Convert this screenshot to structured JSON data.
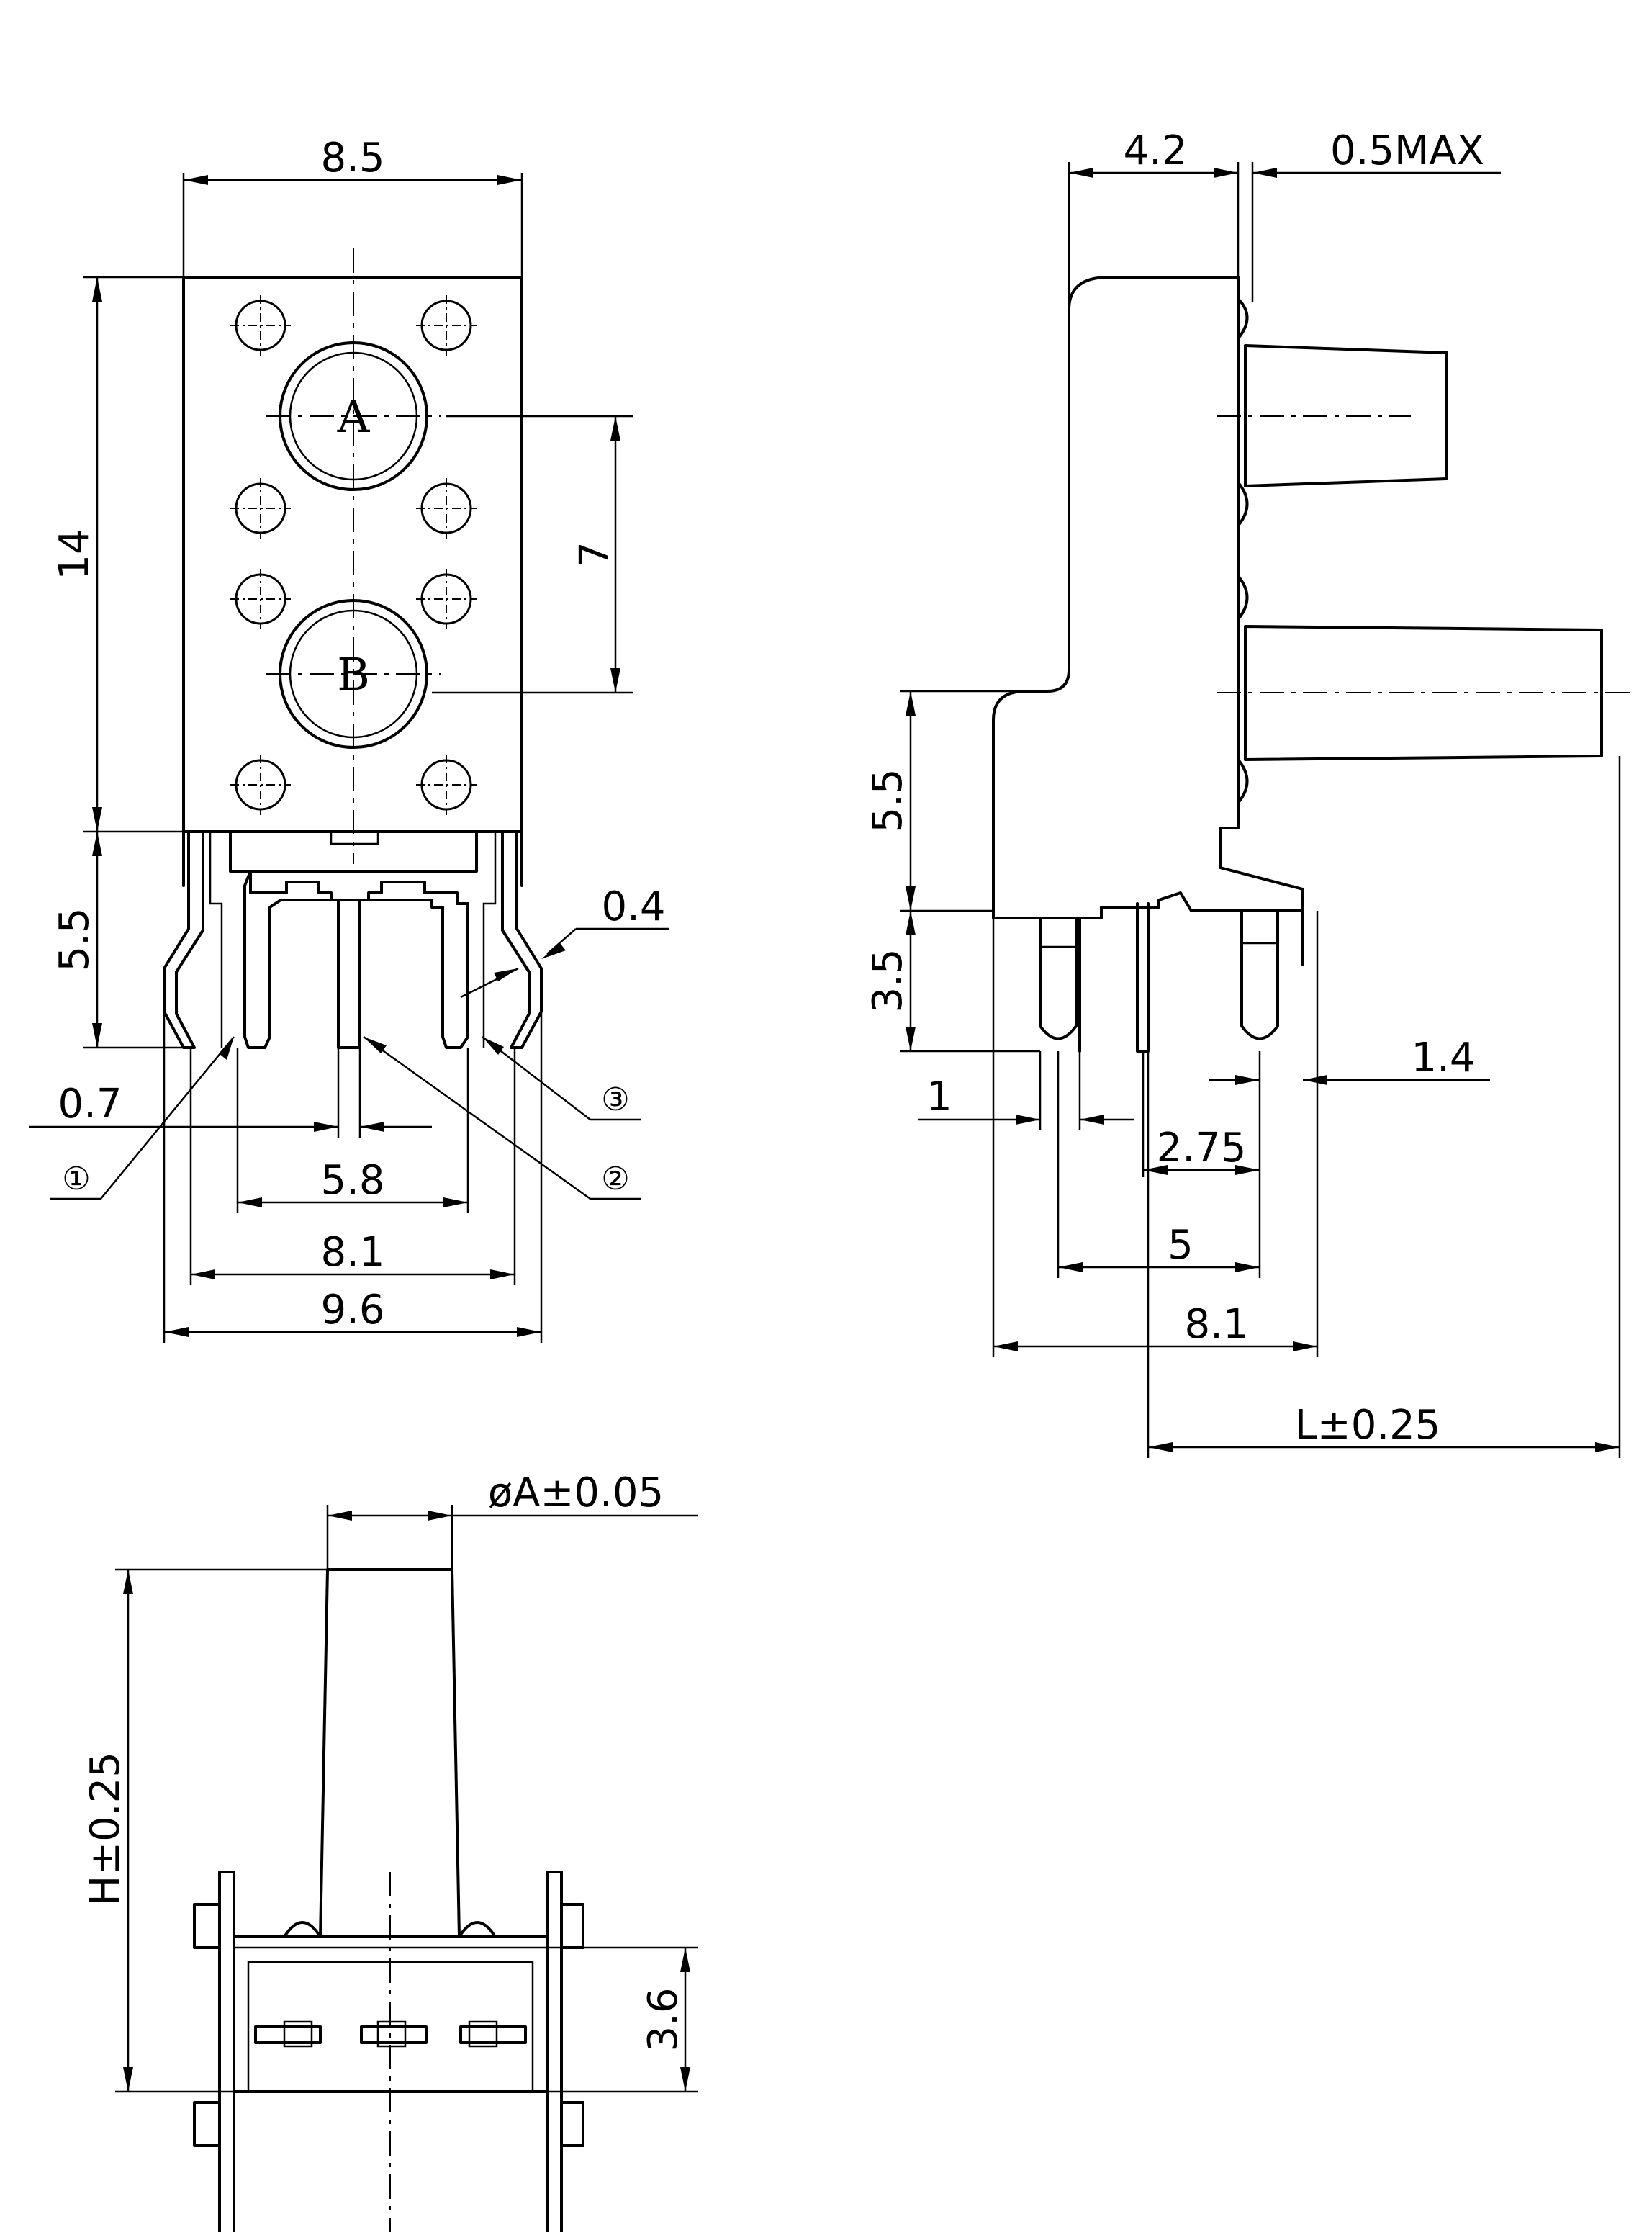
{
  "front_view": {
    "dim_width": "8.5",
    "dim_height": "14",
    "dim_pitch": "7",
    "dim_lead_height": "5.5",
    "dim_lead_thickness": "0.4",
    "dim_lead_width": "0.7",
    "dim_pin_span": "5.8",
    "dim_leg_span": "8.1",
    "dim_overall": "9.6",
    "button_a": "A",
    "button_b": "B",
    "pin_1": "①",
    "pin_2": "②",
    "pin_3": "③"
  },
  "side_view": {
    "dim_depth": "4.2",
    "dim_gap": "0.5MAX",
    "dim_height": "5.5",
    "dim_lead_height": "3.5",
    "dim_lead_width": "1",
    "dim_pin_dia": "1.4",
    "dim_pitch_a": "2.75",
    "dim_pitch_b": "5",
    "dim_body": "8.1",
    "dim_length": "L±0.25"
  },
  "bottom_view": {
    "dim_diameter": "øA±0.05",
    "dim_height": "H±0.25",
    "dim_base": "3.6"
  }
}
